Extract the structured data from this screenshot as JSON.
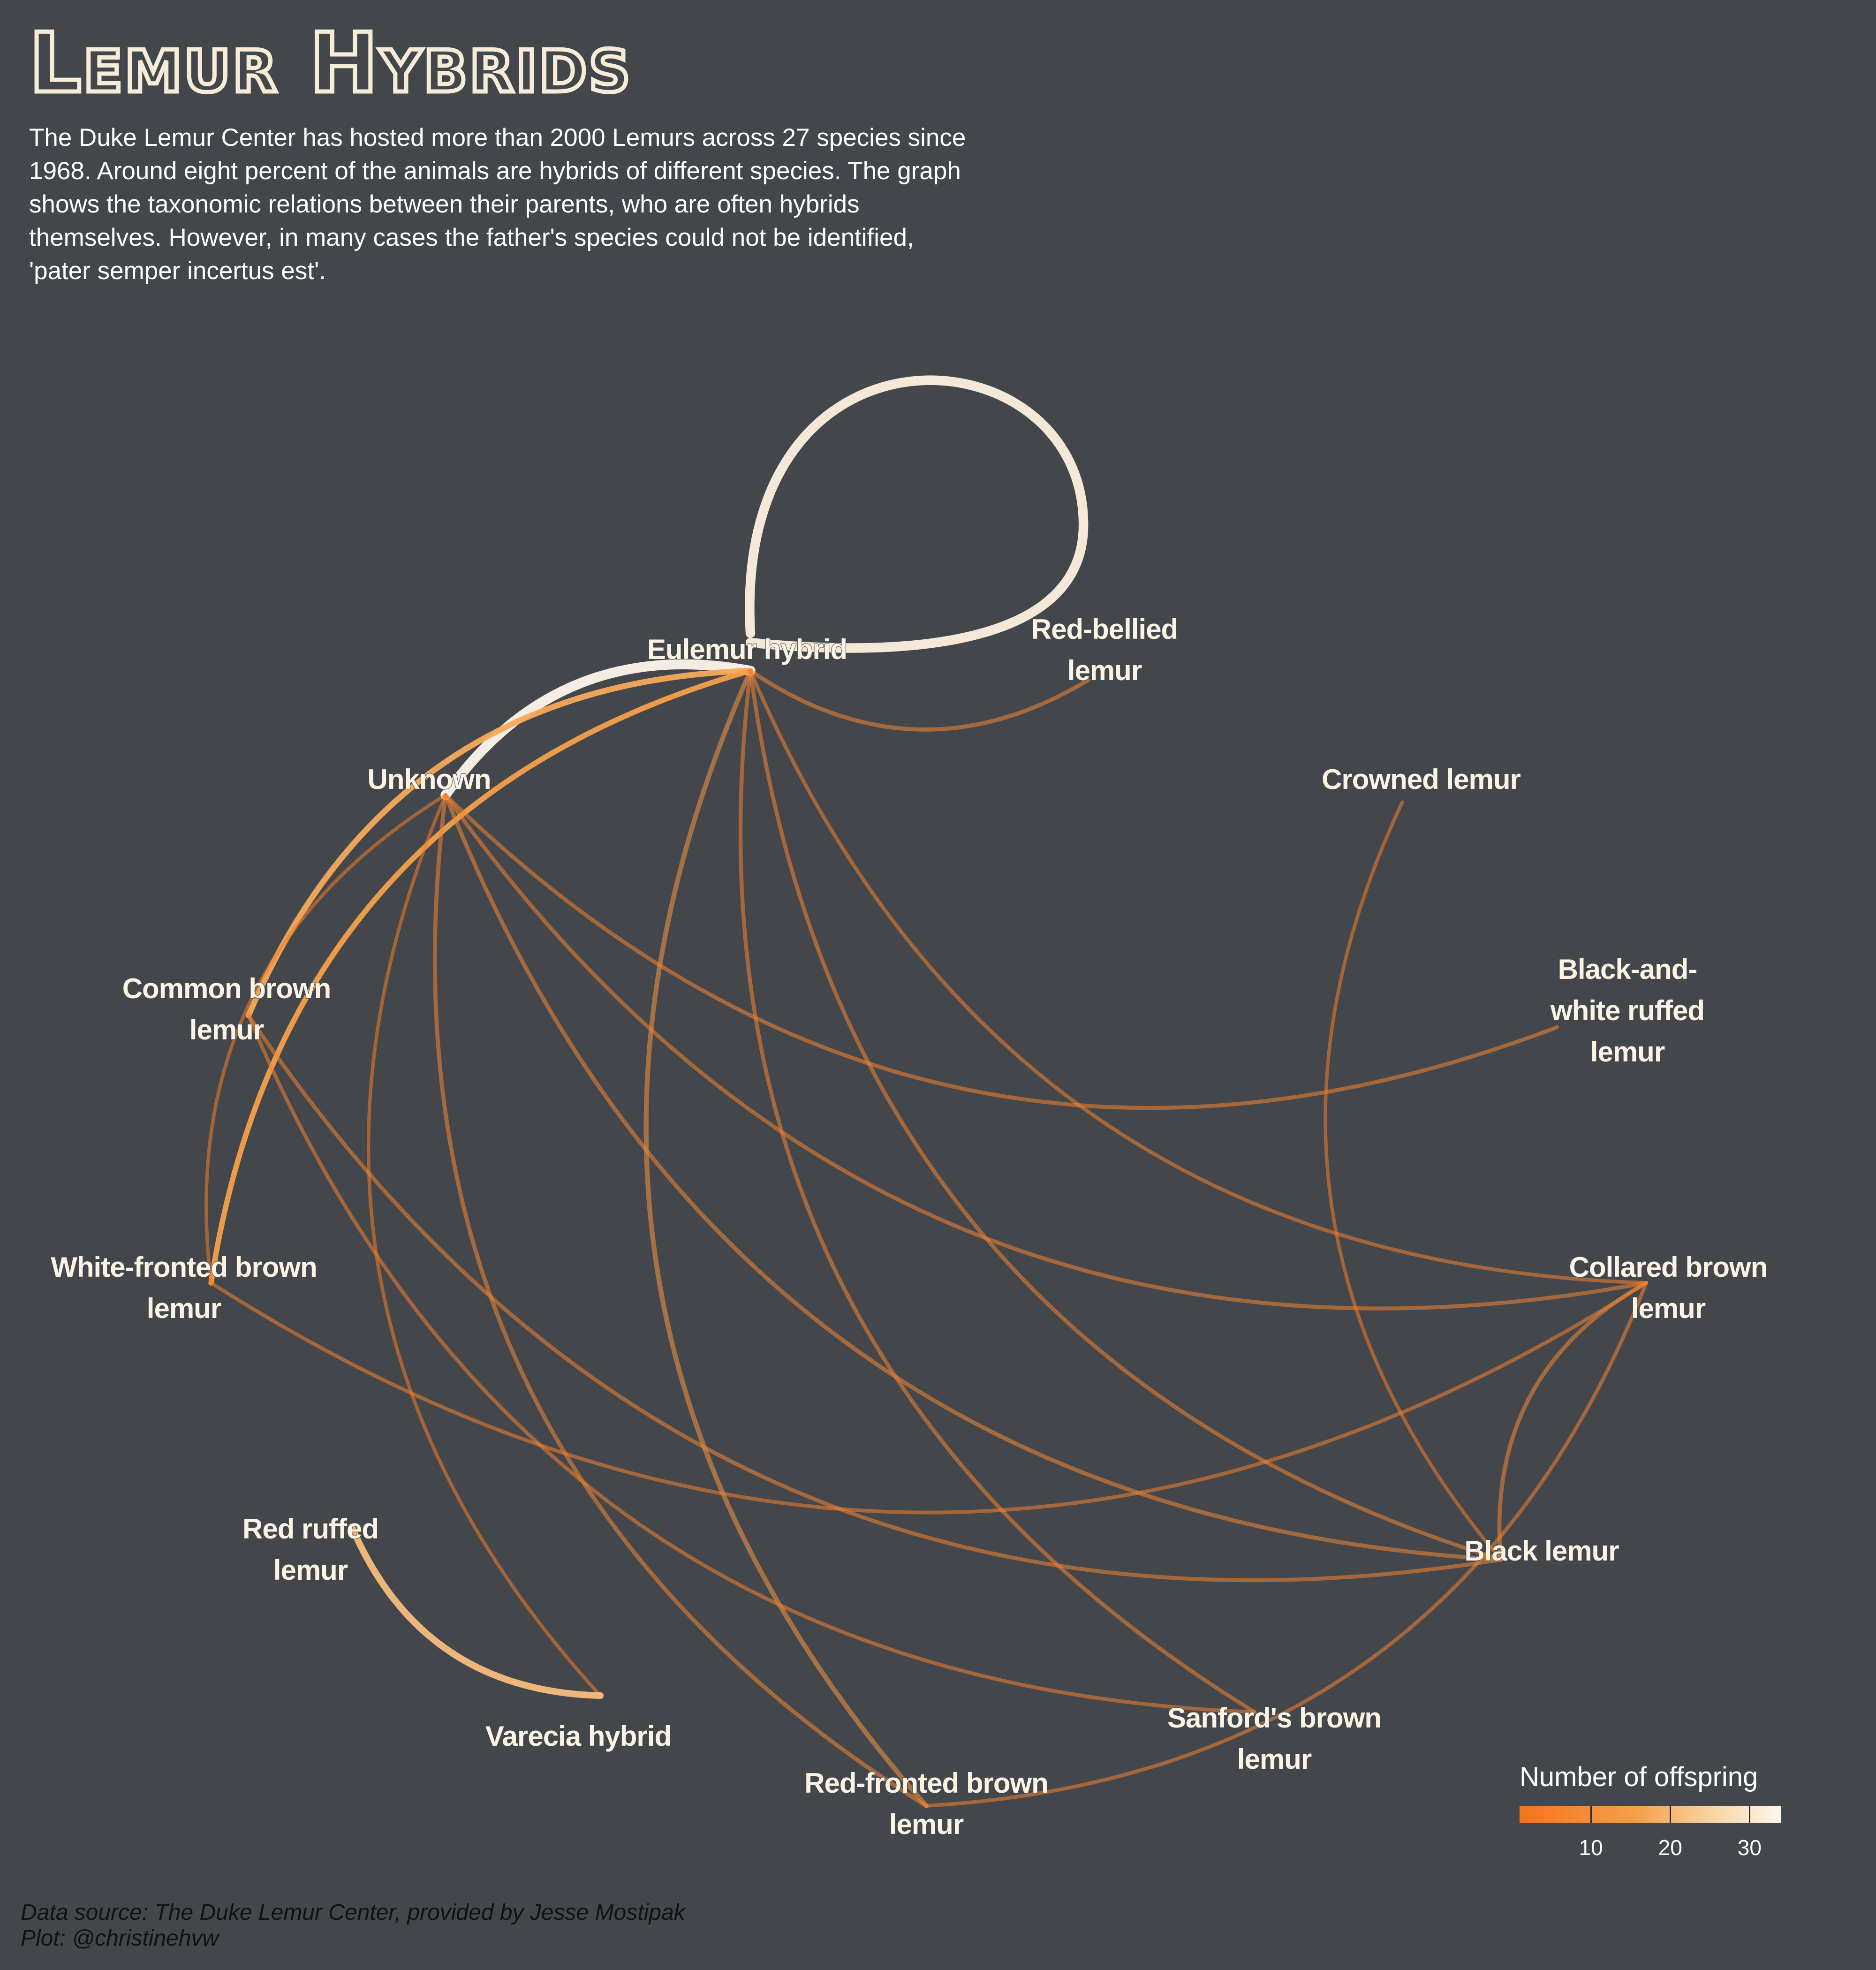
{
  "header": {
    "title": "Lemur Hybrids",
    "subtitle": "The Duke Lemur Center has hosted more than 2000 Lemurs across 27 species since 1968. Around eight percent of the animals are hybrids of different species. The graph shows the taxonomic relations between their parents, who are often hybrids themselves. However, in many cases the father's species could not be identified, 'pater semper incertus est'."
  },
  "nodes": [
    {
      "id": "eulemur_hybrid",
      "label": "Eulemur hybrid"
    },
    {
      "id": "red_bellied",
      "label": "Red-bellied lemur"
    },
    {
      "id": "unknown",
      "label": "Unknown"
    },
    {
      "id": "crowned",
      "label": "Crowned lemur"
    },
    {
      "id": "common_brown",
      "label": "Common brown lemur"
    },
    {
      "id": "bw_ruffed",
      "label": "Black-and-white ruffed lemur"
    },
    {
      "id": "white_fronted",
      "label": "White-fronted brown lemur"
    },
    {
      "id": "collared_brown",
      "label": "Collared brown lemur"
    },
    {
      "id": "red_ruffed",
      "label": "Red ruffed lemur"
    },
    {
      "id": "black",
      "label": "Black lemur"
    },
    {
      "id": "varecia_hybrid",
      "label": "Varecia hybrid"
    },
    {
      "id": "sanfords",
      "label": "Sanford's brown lemur"
    },
    {
      "id": "red_fronted",
      "label": "Red-fronted brown lemur"
    }
  ],
  "edges": [
    {
      "from": "eulemur_hybrid",
      "to": "eulemur_hybrid",
      "offspring": 32
    },
    {
      "from": "eulemur_hybrid",
      "to": "unknown",
      "offspring": 34
    },
    {
      "from": "eulemur_hybrid",
      "to": "red_bellied",
      "offspring": 6
    },
    {
      "from": "eulemur_hybrid",
      "to": "common_brown",
      "offspring": 14
    },
    {
      "from": "eulemur_hybrid",
      "to": "white_fronted",
      "offspring": 12
    },
    {
      "from": "eulemur_hybrid",
      "to": "red_fronted",
      "offspring": 9
    },
    {
      "from": "eulemur_hybrid",
      "to": "sanfords",
      "offspring": 5
    },
    {
      "from": "eulemur_hybrid",
      "to": "black",
      "offspring": 5
    },
    {
      "from": "eulemur_hybrid",
      "to": "collared_brown",
      "offspring": 4
    },
    {
      "from": "unknown",
      "to": "black",
      "offspring": 6
    },
    {
      "from": "unknown",
      "to": "collared_brown",
      "offspring": 5
    },
    {
      "from": "unknown",
      "to": "bw_ruffed",
      "offspring": 5
    },
    {
      "from": "unknown",
      "to": "red_fronted",
      "offspring": 6
    },
    {
      "from": "unknown",
      "to": "varecia_hybrid",
      "offspring": 3
    },
    {
      "from": "unknown",
      "to": "white_fronted",
      "offspring": 3
    },
    {
      "from": "common_brown",
      "to": "black",
      "offspring": 5
    },
    {
      "from": "common_brown",
      "to": "sanfords",
      "offspring": 4
    },
    {
      "from": "white_fronted",
      "to": "collared_brown",
      "offspring": 4
    },
    {
      "from": "red_ruffed",
      "to": "varecia_hybrid",
      "offspring": 18
    },
    {
      "from": "red_fronted",
      "to": "collared_brown",
      "offspring": 4
    },
    {
      "from": "crowned",
      "to": "black",
      "offspring": 3
    },
    {
      "from": "collared_brown",
      "to": "black",
      "offspring": 6
    }
  ],
  "legend": {
    "title": "Number of offspring",
    "ticks": [
      10,
      20,
      30
    ],
    "range": [
      1,
      34
    ],
    "colors": [
      "#f47320",
      "#f5a04a",
      "#f8d7a8",
      "#fff7ec"
    ]
  },
  "caption": {
    "source": "Data source: The Duke Lemur Center, provided by Jesse Mostipak",
    "credit": "Plot: @christinehvw"
  }
}
